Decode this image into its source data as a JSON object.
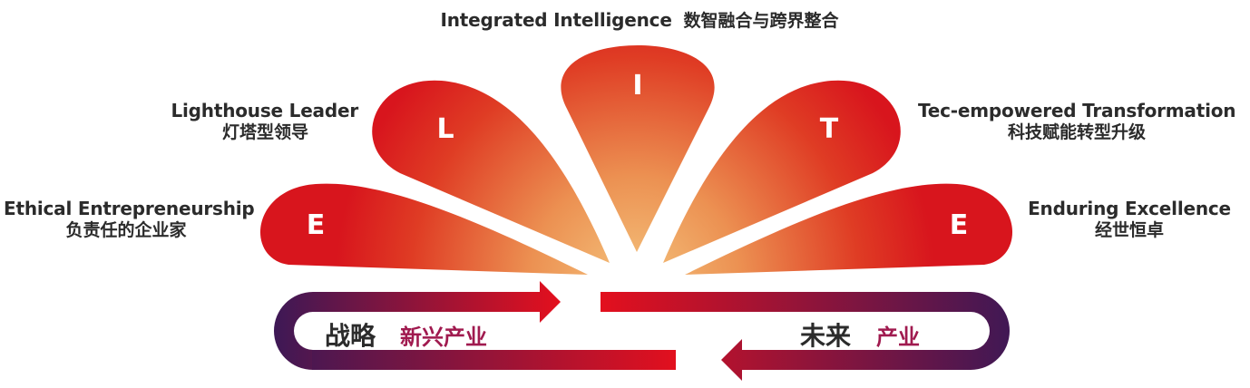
{
  "petals": [
    {
      "letter": "E",
      "en": "Ethical Entrepreneurship",
      "zh": "负责任的企业家"
    },
    {
      "letter": "L",
      "en": "Lighthouse Leader",
      "zh": "灯塔型领导"
    },
    {
      "letter": "I",
      "en": "Integrated Intelligence",
      "zh": "数智融合与跨界整合"
    },
    {
      "letter": "T",
      "en": "Tec-empowered Transformation",
      "zh": "科技赋能转型升级"
    },
    {
      "letter": "E",
      "en": "Enduring Excellence",
      "zh": "经世恒卓"
    }
  ],
  "loop": {
    "left_main": "战略",
    "left_sub": "新兴产业",
    "right_main": "未来",
    "right_sub": "产业"
  },
  "colors": {
    "petal_outer": "#d8151d",
    "petal_inner": "#f4c27c",
    "loop_purple": "#3c1856",
    "loop_red": "#e2101e",
    "sub_text": "#a01a4f",
    "text": "#2b2b2b"
  }
}
